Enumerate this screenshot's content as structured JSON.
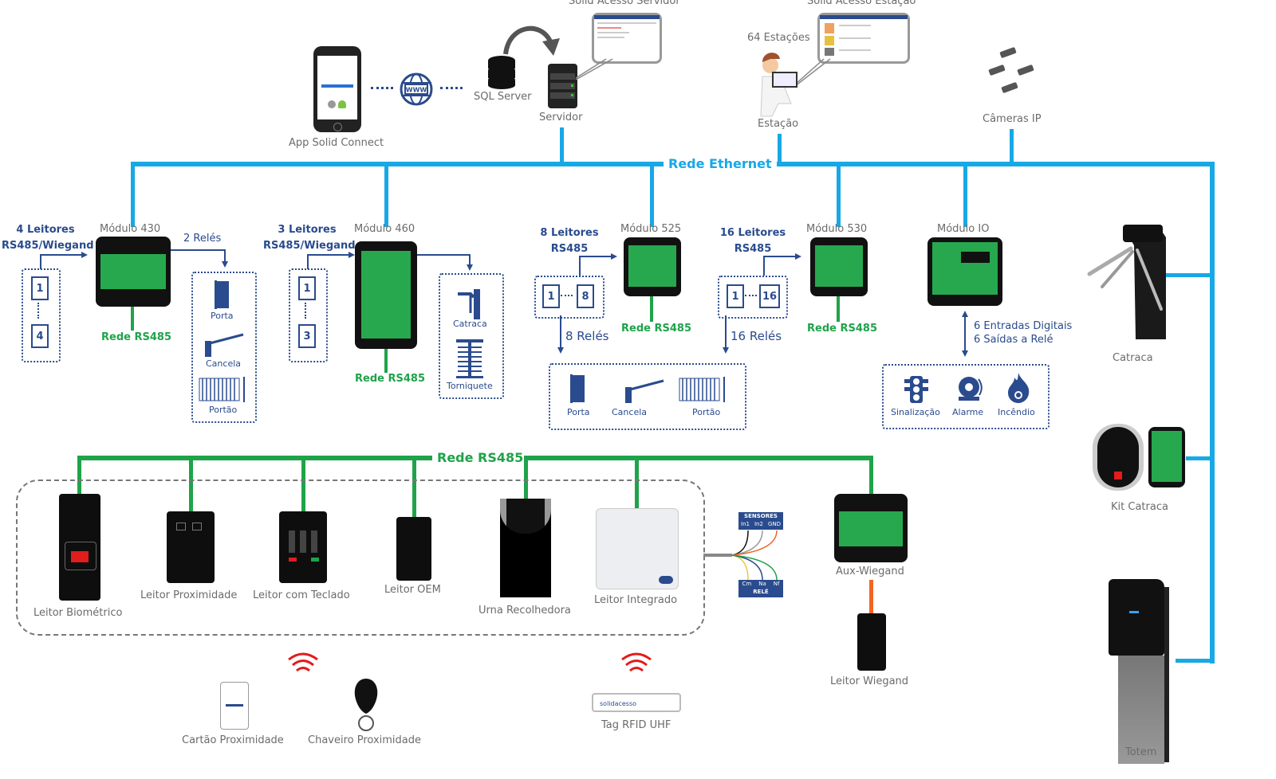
{
  "top": {
    "app": {
      "label": "App Solid Connect"
    },
    "internet": {
      "label": "WWW"
    },
    "sql": {
      "label": "SQL Server"
    },
    "server": {
      "label": "Servidor",
      "software_label": "Solid Acesso Servidor"
    },
    "station": {
      "label": "Estação",
      "count_label": "64 Estações",
      "software_label": "Solid Acesso Estação"
    },
    "cameras": {
      "label": "Câmeras IP"
    }
  },
  "networks": {
    "ethernet": {
      "label": "Rede Ethernet",
      "color": "#17a8e6"
    },
    "rs485": {
      "label": "Rede RS485",
      "color": "#1fa34a"
    },
    "wiegand_color": "#f26522"
  },
  "modules": [
    {
      "name": "Módulo 430",
      "readers_label": [
        "4 Leitores",
        "RS485/Wiegand"
      ],
      "reader_range": [
        "1",
        "4"
      ],
      "relays_label": "2 Relés",
      "net_label": "Rede RS485",
      "outputs": [
        "Porta",
        "Cancela",
        "Portão"
      ]
    },
    {
      "name": "Módulo 460",
      "readers_label": [
        "3 Leitores",
        "RS485/Wiegand"
      ],
      "reader_range": [
        "1",
        "3"
      ],
      "net_label": "Rede RS485",
      "outputs": [
        "Catraca",
        "Torniquete"
      ]
    },
    {
      "name": "Módulo 525",
      "readers_label": [
        "8 Leitores",
        "RS485"
      ],
      "reader_range": [
        "1",
        "8"
      ],
      "relays_label": "8 Relés",
      "net_label": "Rede RS485"
    },
    {
      "name": "Módulo 530",
      "readers_label": [
        "16 Leitores",
        "RS485"
      ],
      "reader_range": [
        "1",
        "16"
      ],
      "relays_label": "16 Relés",
      "net_label": "Rede RS485"
    },
    {
      "name": "Módulo IO",
      "io_label": [
        "6 Entradas Digitais",
        "6 Saídas a Relé"
      ],
      "outputs": [
        "Sinalização",
        "Alarme",
        "Incêndio"
      ]
    }
  ],
  "shared_outputs": [
    "Porta",
    "Cancela",
    "Portão"
  ],
  "right_devices": [
    {
      "label": "Catraca"
    },
    {
      "label": "Kit Catraca"
    },
    {
      "label": "Totem"
    }
  ],
  "rs485_devices": [
    {
      "label": "Leitor Biométrico"
    },
    {
      "label": "Leitor Proximidade"
    },
    {
      "label": "Leitor com Teclado"
    },
    {
      "label": "Leitor OEM"
    },
    {
      "label": "Urna Recolhedora"
    },
    {
      "label": "Leitor Integrado"
    }
  ],
  "terminals": {
    "sensors": {
      "title": "SENSORES",
      "pins": [
        "In1",
        "In2",
        "GND"
      ]
    },
    "relay": {
      "title": "RELÉ",
      "pins": [
        "Cm",
        "Na",
        "Nf"
      ]
    }
  },
  "aux": {
    "label": "Aux-Wiegand",
    "reader_label": "Leitor Wiegand"
  },
  "credentials": [
    {
      "label": "Cartão Proximidade"
    },
    {
      "label": "Chaveiro Proximidade"
    },
    {
      "label": "Tag RFID UHF"
    }
  ],
  "brand": {
    "tag_text": "solidacesso"
  }
}
